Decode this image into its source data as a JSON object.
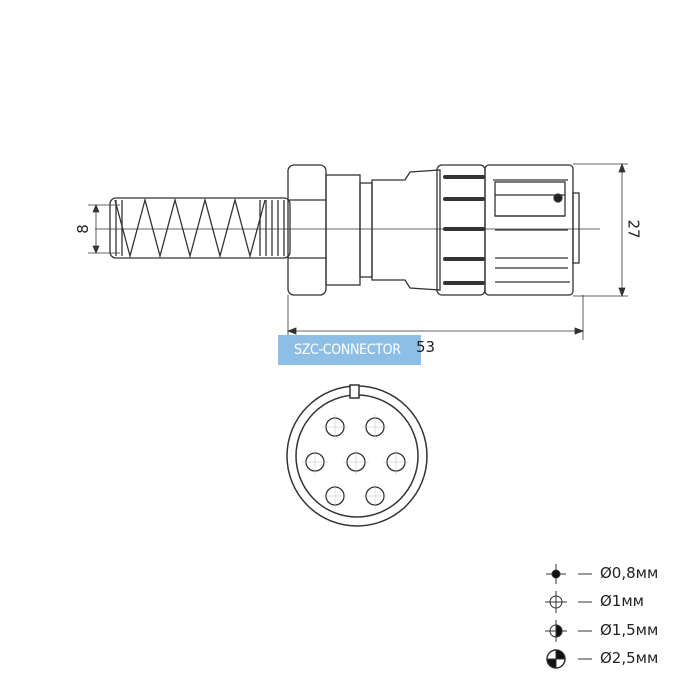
{
  "watermark": "SZC-CONNECTOR",
  "dimensions": {
    "length": "53",
    "diameter": "27",
    "cable": "8"
  },
  "legend": [
    {
      "symbol": "filled-dot",
      "text": "Ø0,8мм"
    },
    {
      "symbol": "open-circle",
      "text": "Ø1мм"
    },
    {
      "symbol": "half-filled-circle",
      "text": "Ø1,5мм"
    },
    {
      "symbol": "quarter-filled-circle",
      "text": "Ø2,5мм"
    }
  ],
  "pins": 7
}
